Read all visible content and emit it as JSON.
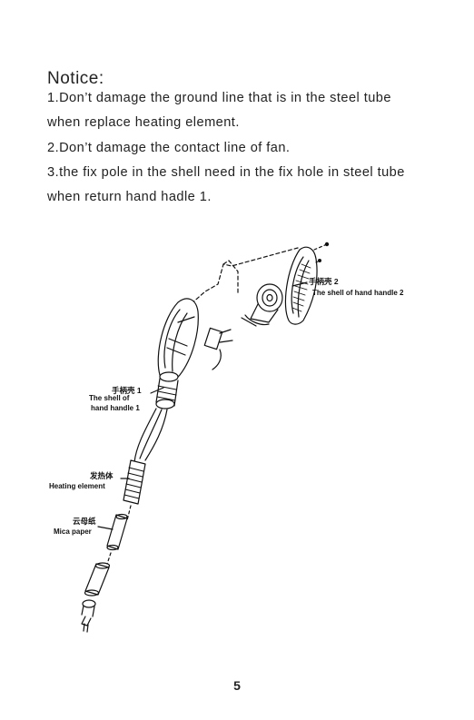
{
  "notice": {
    "title": "Notice:",
    "lines": [
      "1.Don’t damage the ground line that is in the steel tube",
      "when replace heating element.",
      "2.Don’t damage the contact line of fan.",
      "3.the fix pole in the shell need in the fix hole in steel tube",
      "when return hand hadle 1."
    ]
  },
  "diagram": {
    "labels": {
      "shell2_cn": "手柄壳 2",
      "shell2_en": "The shell of hand handle 2",
      "shell1_cn": "手柄壳 1",
      "shell1_en_1": "The shell of",
      "shell1_en_2": "hand handle 1",
      "heating_cn": "发热体",
      "heating_en": "Heating element",
      "mica_cn": "云母纸",
      "mica_en": "Mica paper"
    }
  },
  "page": {
    "number": "5"
  }
}
